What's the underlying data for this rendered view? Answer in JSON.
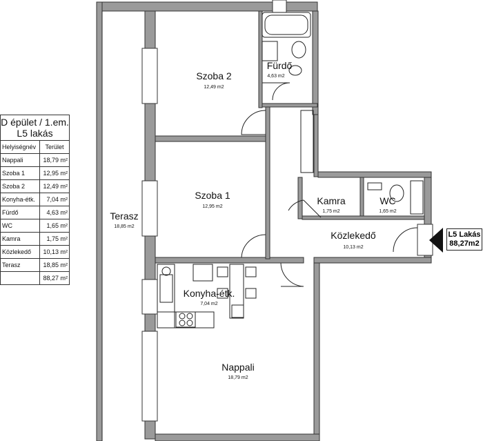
{
  "table": {
    "title_line1": "D épület / 1.em.",
    "title_line2": "L5  lakás",
    "col_name": "Helyiségnév",
    "col_area": "Terület",
    "unit": "m²",
    "rows": [
      {
        "name": "Nappali",
        "area": "18,79 m²"
      },
      {
        "name": "Szoba 1",
        "area": "12,95 m²"
      },
      {
        "name": "Szoba 2",
        "area": "12,49 m²"
      },
      {
        "name": "Konyha-étk.",
        "area": "7,04 m²"
      },
      {
        "name": "Fürdő",
        "area": "4,63 m²"
      },
      {
        "name": "WC",
        "area": "1,65 m²"
      },
      {
        "name": "Kamra",
        "area": "1,75 m²"
      },
      {
        "name": "Közlekedő",
        "area": "10,13 m²"
      },
      {
        "name": "Terasz",
        "area": "18,85 m²"
      }
    ],
    "total": "88,27 m²"
  },
  "badge": {
    "line1": "L5 Lakás",
    "line2": "88,27m2"
  },
  "rooms": {
    "szoba2": {
      "name": "Szoba 2",
      "area": "12,49 m2"
    },
    "furdo": {
      "name": "Fürdő",
      "area": "4,63 m2"
    },
    "szoba1": {
      "name": "Szoba 1",
      "area": "12,95 m2"
    },
    "kamra": {
      "name": "Kamra",
      "area": "1,75 m2"
    },
    "wc": {
      "name": "WC",
      "area": "1,65 m2"
    },
    "kozlekedo": {
      "name": "Közlekedő",
      "area": "10,13 m2"
    },
    "terasz": {
      "name": "Terasz",
      "area": "18,85 m2"
    },
    "konyha": {
      "name": "Konyha-étk.",
      "area": "7,04 m2"
    },
    "nappali": {
      "name": "Nappali",
      "area": "18,79 m2"
    }
  }
}
